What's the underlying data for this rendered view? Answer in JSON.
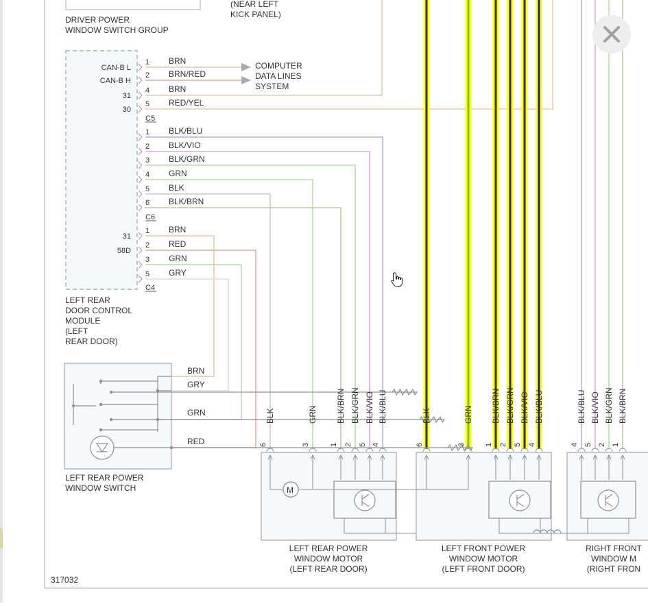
{
  "viewer": {
    "close_icon": "close-icon",
    "figure_number": "317032"
  },
  "driver_switch_group": {
    "label_line1": "DRIVER POWER",
    "label_line2": "WINDOW SWITCH GROUP",
    "kick_panel_line1": "(NEAR LEFT",
    "kick_panel_line2": "KICK PANEL)"
  },
  "module": {
    "name_lines": [
      "LEFT REAR",
      "DOOR CONTROL",
      "MODULE",
      "(LEFT",
      "REAR DOOR)"
    ],
    "connectors": [
      "C5",
      "C6",
      "C4"
    ],
    "c5": {
      "side_labels": [
        "CAN-B L",
        "CAN-B H",
        "31",
        "30"
      ],
      "pins": [
        "1",
        "2",
        "4",
        "5"
      ],
      "wires": [
        "BRN",
        "BRN/RED",
        "BRN",
        "RED/YEL"
      ]
    },
    "c6": {
      "pins": [
        "1",
        "2",
        "3",
        "4",
        "5",
        "6"
      ],
      "wires": [
        "BLK/BLU",
        "BLK/VIO",
        "BLK/GRN",
        "GRN",
        "BLK",
        "BLK/BRN"
      ]
    },
    "c4": {
      "side_labels": [
        "31",
        "58D"
      ],
      "pins": [
        "1",
        "2",
        "3",
        "5"
      ],
      "wires": [
        "BRN",
        "RED",
        "GRN",
        "GRY"
      ]
    }
  },
  "data_lines": {
    "lines": [
      "COMPUTER",
      "DATA LINES",
      "SYSTEM"
    ]
  },
  "rear_switch": {
    "name_lines": [
      "LEFT REAR POWER",
      "WINDOW SWITCH"
    ],
    "wires": [
      "BRN",
      "GRY",
      "GRN",
      "RED"
    ]
  },
  "left_rear_motor": {
    "name_lines": [
      "LEFT REAR POWER",
      "WINDOW MOTOR",
      "(LEFT REAR DOOR)"
    ],
    "wires": [
      "BLK",
      "GRN",
      "BLK/BRN",
      "BLK/GRN",
      "BLK/VIO",
      "BLK/BLU"
    ],
    "pins": [
      "6",
      "3",
      "1",
      "2",
      "5",
      "4"
    ]
  },
  "left_front_motor": {
    "name_lines": [
      "LEFT FRONT POWER",
      "WINDOW MOTOR",
      "(LEFT FRONT DOOR)"
    ],
    "wires": [
      "BLK",
      "GRN",
      "BLK/BRN",
      "BLK/GRN",
      "BLK/VIO",
      "BLK/BLU"
    ],
    "pins": [
      "6",
      "3",
      "1",
      "2",
      "5",
      "4"
    ]
  },
  "right_front_motor": {
    "name_lines": [
      "RIGHT FRONT",
      "WINDOW M",
      "(RIGHT FRON"
    ],
    "wires": [
      "BLK/BLU",
      "BLK/VIO",
      "BLK/GRN",
      "BLK/BRN"
    ],
    "pins": [
      "4",
      "5",
      "2",
      "1"
    ]
  },
  "colors": {
    "brn": "#e2c9a8",
    "red": "#f2a8a0",
    "redyel": "#f6c9a0",
    "blu": "#b2aee0",
    "vio": "#dda8e2",
    "grn": "#b6dcaa",
    "blk": "#c9c9c9",
    "gry": "#dddddd",
    "blkbrn": "#c8c2aa",
    "highlight_yellow": "#ffff00",
    "highlight_dark": "#333333"
  }
}
